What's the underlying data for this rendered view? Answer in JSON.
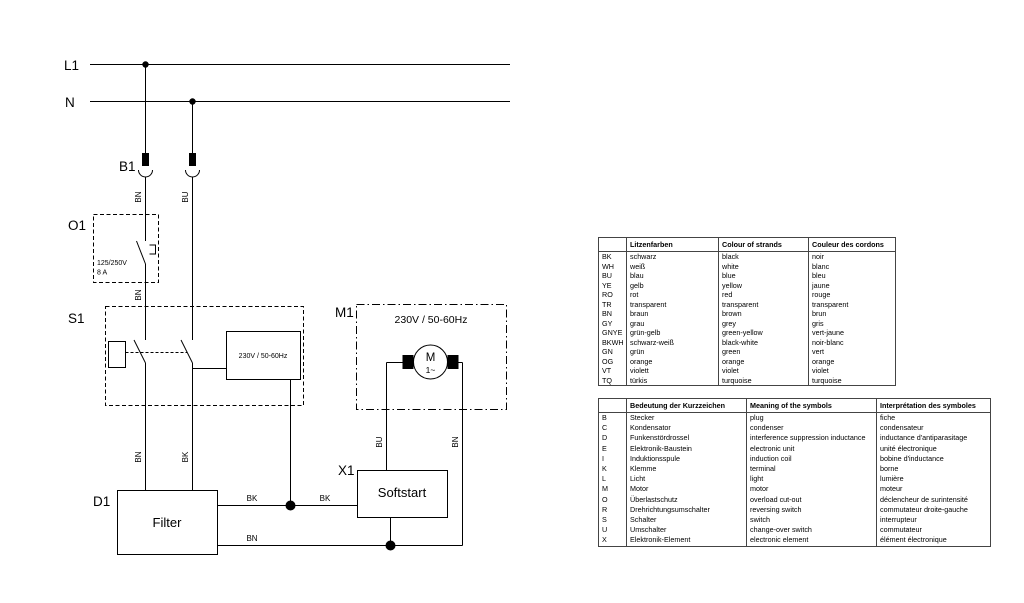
{
  "diagram": {
    "ref_labels": {
      "l1": "L1",
      "n": "N",
      "b1": "B1",
      "o1": "O1",
      "s1": "S1",
      "m1": "M1",
      "x1": "X1",
      "d1": "D1"
    },
    "boxes": {
      "filter": "Filter",
      "softstart": "Softstart"
    },
    "motor": {
      "rating": "230V / 50-60Hz",
      "letter": "M",
      "phase": "1~"
    },
    "switch_module_rating": "230V / 50-60Hz",
    "fuse": {
      "rating_line1": "125/250V",
      "rating_line2": "8 A"
    },
    "wire_labels": [
      "BN",
      "BU",
      "BN",
      "BN",
      "BK",
      "BU",
      "BN",
      "BK",
      "BK",
      "BN"
    ]
  },
  "color_table": {
    "headers": [
      "",
      "Litzenfarben",
      "Colour of strands",
      "Couleur des cordons"
    ],
    "rows": [
      [
        "BK",
        "schwarz",
        "black",
        "noir"
      ],
      [
        "WH",
        "weiß",
        "white",
        "blanc"
      ],
      [
        "BU",
        "blau",
        "blue",
        "bleu"
      ],
      [
        "YE",
        "gelb",
        "yellow",
        "jaune"
      ],
      [
        "RO",
        "rot",
        "red",
        "rouge"
      ],
      [
        "TR",
        "transparent",
        "transparent",
        "transparent"
      ],
      [
        "BN",
        "braun",
        "brown",
        "brun"
      ],
      [
        "GY",
        "grau",
        "grey",
        "gris"
      ],
      [
        "GNYE",
        "grün-gelb",
        "green-yellow",
        "vert-jaune"
      ],
      [
        "BKWH",
        "schwarz-weiß",
        "black-white",
        "noir-blanc"
      ],
      [
        "GN",
        "grün",
        "green",
        "vert"
      ],
      [
        "OG",
        "orange",
        "orange",
        "orange"
      ],
      [
        "VT",
        "violett",
        "violet",
        "violet"
      ],
      [
        "TQ",
        "türkis",
        "turquoise",
        "turquoise"
      ]
    ]
  },
  "symbol_table": {
    "headers": [
      "",
      "Bedeutung der Kurzzeichen",
      "Meaning of the symbols",
      "Interprétation des symboles"
    ],
    "rows": [
      [
        "B",
        "Stecker",
        "plug",
        "fiche"
      ],
      [
        "C",
        "Kondensator",
        "condenser",
        "condensateur"
      ],
      [
        "D",
        "Funkenstördrossel",
        "interference suppression inductance",
        "inductance d'antiparasitage"
      ],
      [
        "E",
        "Elektronik-Baustein",
        "electronic unit",
        "unité électronique"
      ],
      [
        "I",
        "Induktionsspule",
        "induction coil",
        "bobine d'inductance"
      ],
      [
        "K",
        "Klemme",
        "terminal",
        "borne"
      ],
      [
        "L",
        "Licht",
        "light",
        "lumière"
      ],
      [
        "M",
        "Motor",
        "motor",
        "moteur"
      ],
      [
        "O",
        "Überlastschutz",
        "overload cut-out",
        "déclencheur de surintensité"
      ],
      [
        "R",
        "Drehrichtungsumschalter",
        "reversing switch",
        "commutateur droite-gauche"
      ],
      [
        "S",
        "Schalter",
        "switch",
        "interrupteur"
      ],
      [
        "U",
        "Umschalter",
        "change-over switch",
        "commutateur"
      ],
      [
        "X",
        "Elektronik-Element",
        "electronic element",
        "élément électronique"
      ]
    ]
  }
}
